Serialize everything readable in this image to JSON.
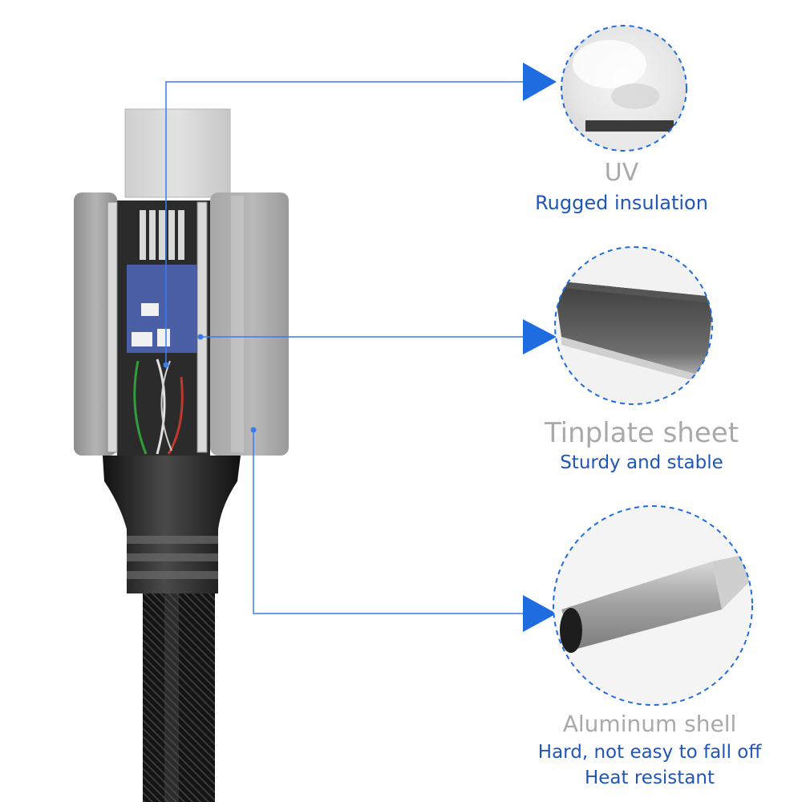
{
  "features": [
    {
      "title": "UV",
      "lines": [
        "Rugged insulation"
      ]
    },
    {
      "title": "Tinplate sheet",
      "lines": [
        "Sturdy and stable"
      ]
    },
    {
      "title": "Aluminum shell",
      "lines": [
        "Hard, not easy to fall off",
        "Heat resistant"
      ]
    }
  ],
  "colors": {
    "accent": "#1f6ce0",
    "callout_line": "#3a7cf0",
    "title_gray": "#a9a9a9",
    "subtitle_blue": "#1f56b8"
  }
}
